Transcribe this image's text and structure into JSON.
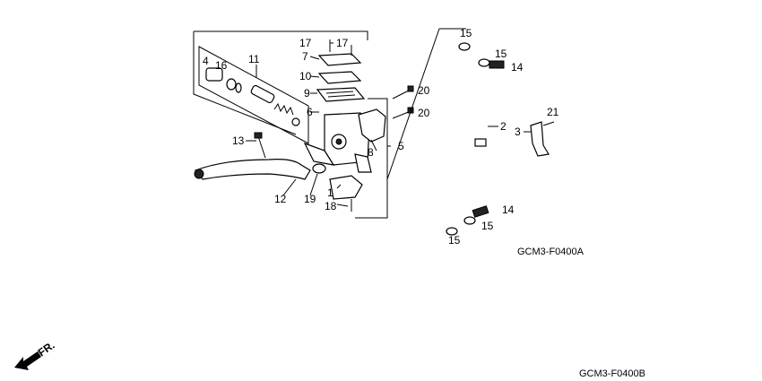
{
  "part_labels": {
    "p1": "1",
    "p2": "2",
    "p3": "3",
    "p4": "4",
    "p5": "5",
    "p6": "6",
    "p7": "7",
    "p8": "8",
    "p9": "9",
    "p10": "10",
    "p11": "11",
    "p12": "12",
    "p13": "13",
    "p14a": "14",
    "p14b": "14",
    "p15a": "15",
    "p15b": "15",
    "p15c": "15",
    "p15d": "15",
    "p16": "16",
    "p17a": "17",
    "p17b": "17",
    "p18": "18",
    "p19": "19",
    "p20a": "20",
    "p20b": "20",
    "p21": "21"
  },
  "codes": {
    "upper": "GCM3-F0400A",
    "lower": "GCM3-F0400B"
  },
  "front_label": "FR."
}
